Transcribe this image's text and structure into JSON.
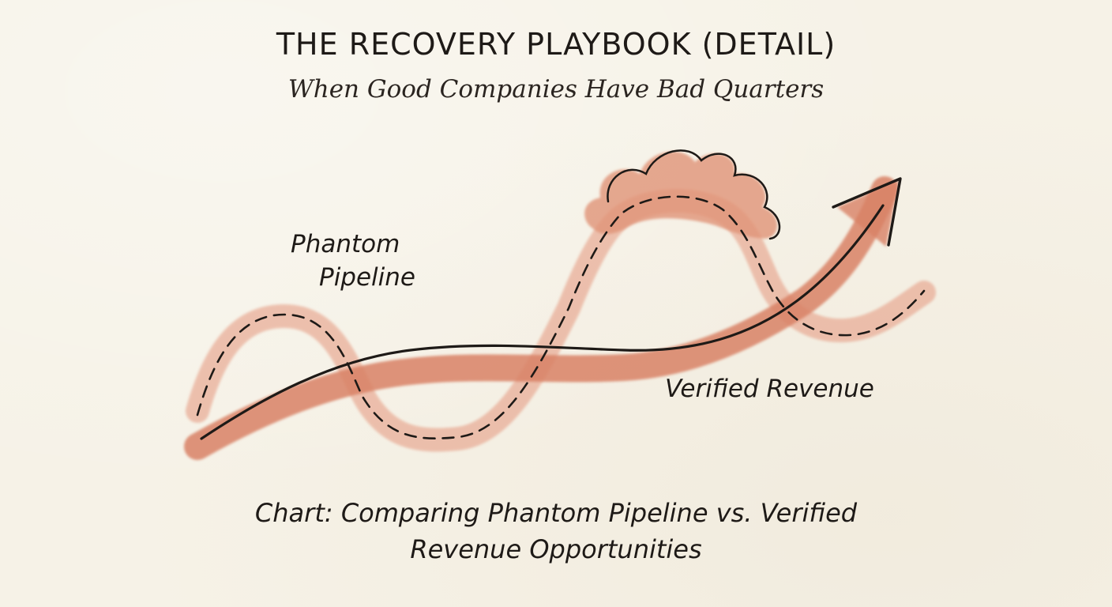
{
  "header": {
    "title": "THE RECOVERY PLAYBOOK (DETAIL)",
    "subtitle": "When Good Companies Have Bad Quarters"
  },
  "diagram": {
    "labels": {
      "phantom_line1": "Phantom",
      "phantom_line2": "Pipeline",
      "verified": "Verified Revenue"
    },
    "colors": {
      "wash": "#d98266",
      "wash_light": "#e7a48d",
      "ink": "#1e1a17",
      "paper": "#f6f2e7"
    }
  },
  "caption": {
    "line1": "Chart: Comparing Phantom Pipeline vs. Verified",
    "line2": "Revenue Opportunities"
  }
}
